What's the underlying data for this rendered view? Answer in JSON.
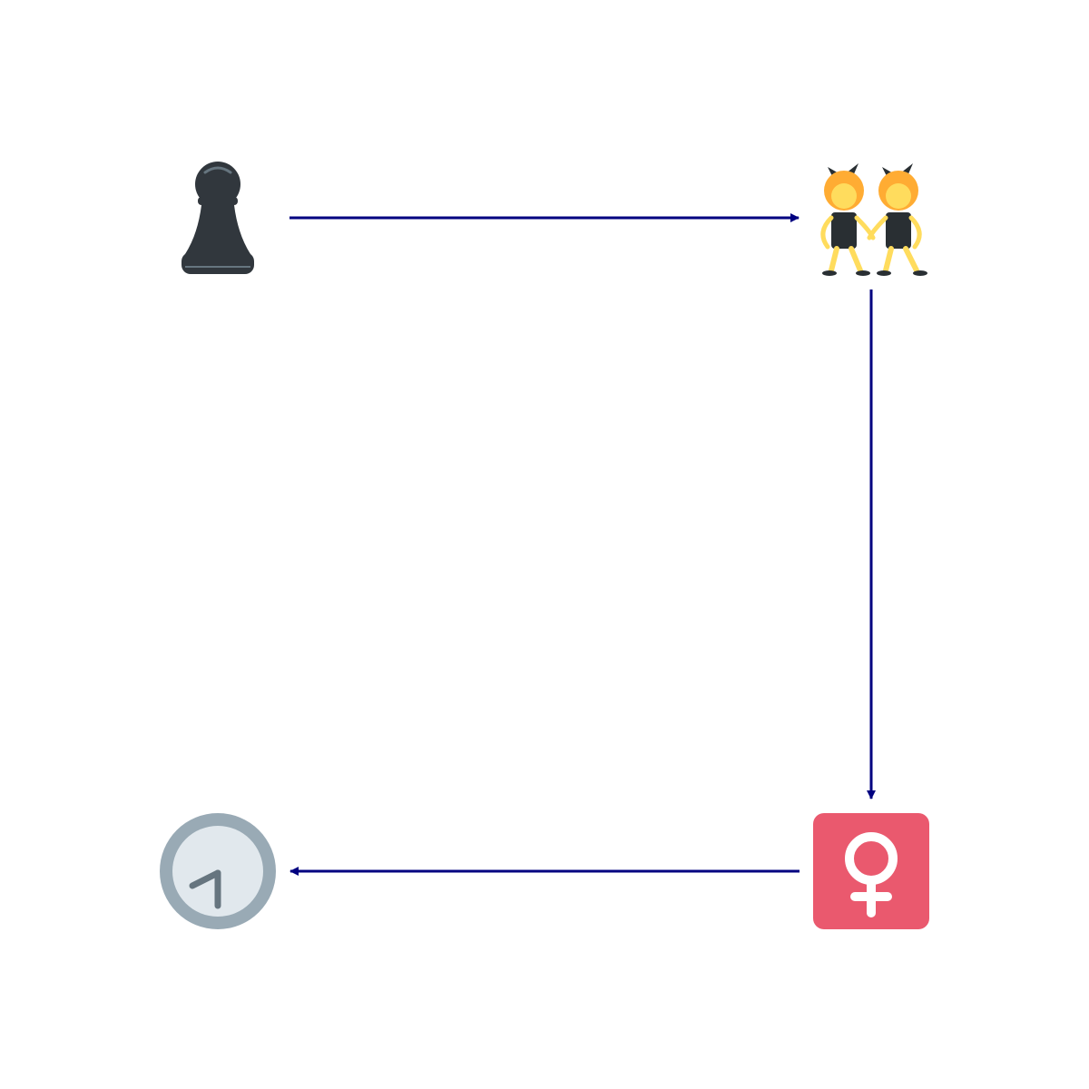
{
  "diagram": {
    "nodes": [
      {
        "id": "pawn",
        "icon": "chess-pawn-icon"
      },
      {
        "id": "dancers",
        "icon": "people-with-bunny-ears-icon"
      },
      {
        "id": "female",
        "icon": "female-sign-icon"
      },
      {
        "id": "clock",
        "icon": "seven-oclock-icon"
      }
    ],
    "edges": [
      {
        "from": "pawn",
        "to": "dancers"
      },
      {
        "from": "dancers",
        "to": "female"
      },
      {
        "from": "female",
        "to": "clock"
      }
    ],
    "colors": {
      "edge": "#000080",
      "pawn": "#31373d",
      "pawn_highlight": "#66757f",
      "skin": "#ffdc5d",
      "hair": "#ffac33",
      "outfit": "#292f33",
      "female_bg": "#ea596e",
      "female_symbol": "#ffffff",
      "clock_rim": "#99aab5",
      "clock_face": "#e1e8ed",
      "clock_hands": "#66757f"
    }
  }
}
